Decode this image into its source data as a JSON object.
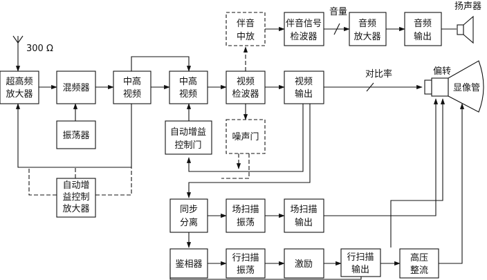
{
  "blocks": {
    "uhf_amp": [
      "超高频",
      "放大器"
    ],
    "mixer": [
      "混频器"
    ],
    "oscillator": [
      "振荡器"
    ],
    "if1": [
      "中高",
      "视频"
    ],
    "if2": [
      "中高",
      "视频"
    ],
    "video_det": [
      "视频",
      "检波器"
    ],
    "video_out": [
      "视频",
      "输出"
    ],
    "sound_if": [
      "伴音",
      "中放"
    ],
    "sound_det": [
      "伴音信号",
      "检波器"
    ],
    "audio_amp": [
      "音频",
      "放大器"
    ],
    "audio_out": [
      "音频",
      "输出"
    ],
    "agc_gate": [
      "自动增益",
      "控制门"
    ],
    "noise_gate": [
      "噪声门"
    ],
    "agc_amp": [
      "自动增",
      "益控制",
      "放大器"
    ],
    "sync_sep": [
      "同步",
      "分离"
    ],
    "v_osc": [
      "场扫描",
      "振荡"
    ],
    "v_out": [
      "场扫描",
      "输出"
    ],
    "phase_det": [
      "鉴相器"
    ],
    "h_osc": [
      "行扫描",
      "振荡"
    ],
    "driver": [
      "激励"
    ],
    "h_out": [
      "行扫描",
      "输出"
    ],
    "hv_rect": [
      "高压",
      "整流"
    ]
  },
  "labels": {
    "antenna": "300 Ω",
    "volume": "音量",
    "speaker": "扬声器",
    "contrast": "对比率",
    "deflection": "偏转",
    "crt": "显像管"
  }
}
